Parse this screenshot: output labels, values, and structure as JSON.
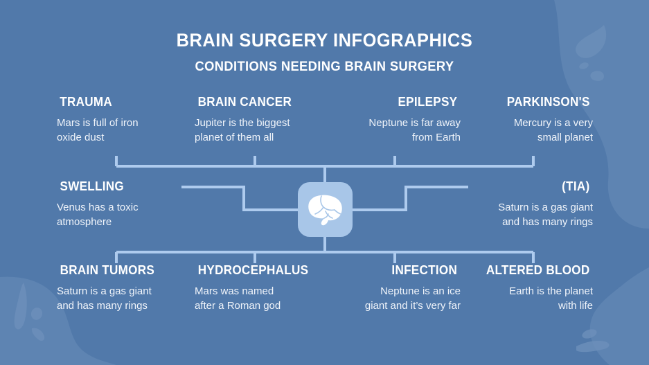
{
  "header": {
    "title": "BRAIN SURGERY INFOGRAPHICS",
    "subtitle": "CONDITIONS NEEDING BRAIN SURGERY"
  },
  "colors": {
    "background": "#5179aa",
    "connector": "#aecbee",
    "tile": "#a8c6e8",
    "text": "#ffffff",
    "body_text": "#f0f4fa",
    "blob": "#5e84b2"
  },
  "center": {
    "icon": "brain-icon"
  },
  "nodes": {
    "top": [
      {
        "label": "TRAUMA",
        "desc": "Mars is full of iron\noxide dust",
        "align": "left"
      },
      {
        "label": "BRAIN CANCER",
        "desc": "Jupiter is the biggest\nplanet of them all",
        "align": "left"
      },
      {
        "label": "EPILEPSY",
        "desc": "Neptune is far away\nfrom Earth",
        "align": "right"
      },
      {
        "label": "PARKINSON'S",
        "desc": "Mercury is a very\nsmall planet",
        "align": "right"
      }
    ],
    "middle": [
      {
        "label": "SWELLING",
        "desc": "Venus has a toxic\natmosphere",
        "align": "left"
      },
      {
        "label": "(TIA)",
        "desc": "Saturn is a gas giant\nand has many rings",
        "align": "right"
      }
    ],
    "bottom": [
      {
        "label": "BRAIN TUMORS",
        "desc": " Saturn is a gas giant\nand has many rings",
        "align": "left"
      },
      {
        "label": "HYDROCEPHALUS",
        "desc": "Mars was named\nafter a Roman god",
        "align": "left"
      },
      {
        "label": "INFECTION",
        "desc": "Neptune is an ice\ngiant and it’s very far",
        "align": "right"
      },
      {
        "label": "ALTERED BLOOD",
        "desc": "Earth is the planet\nwith life",
        "align": "right"
      }
    ]
  }
}
